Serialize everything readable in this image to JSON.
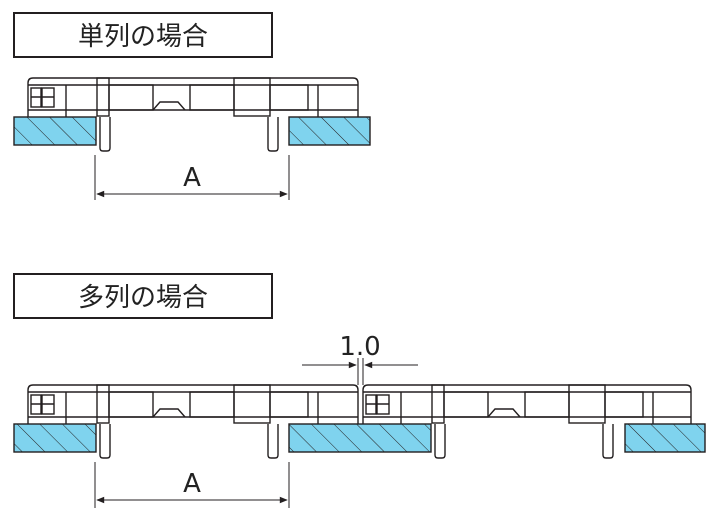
{
  "section_single": {
    "title": "単列の場合",
    "dimension_label": "A"
  },
  "section_multi": {
    "title": "多列の場合",
    "dimension_label": "A",
    "gap_label": "1.0"
  },
  "colors": {
    "panel_fill": "#7fd3ee",
    "line": "#231f20",
    "background": "#ffffff"
  }
}
